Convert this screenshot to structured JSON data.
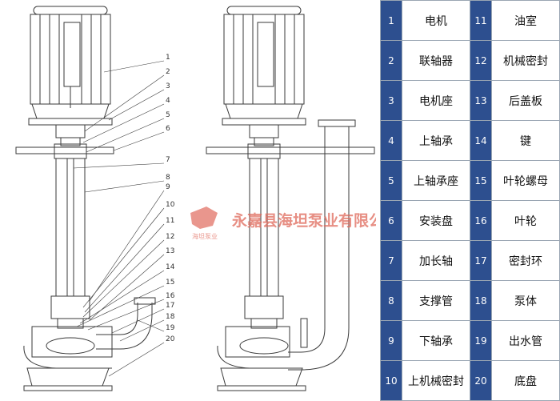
{
  "watermark": {
    "text": "永嘉县海坦泵业有限公司",
    "logo_caption": "海坦泵业"
  },
  "parts": [
    {
      "no": "1",
      "name": "电机"
    },
    {
      "no": "2",
      "name": "联轴器"
    },
    {
      "no": "3",
      "name": "电机座"
    },
    {
      "no": "4",
      "name": "上轴承"
    },
    {
      "no": "5",
      "name": "上轴承座"
    },
    {
      "no": "6",
      "name": "安装盘"
    },
    {
      "no": "7",
      "name": "加长轴"
    },
    {
      "no": "8",
      "name": "支撑管"
    },
    {
      "no": "9",
      "name": "下轴承"
    },
    {
      "no": "10",
      "name": "上机械密封"
    },
    {
      "no": "11",
      "name": "油室"
    },
    {
      "no": "12",
      "name": "机械密封"
    },
    {
      "no": "13",
      "name": "后盖板"
    },
    {
      "no": "14",
      "name": "键"
    },
    {
      "no": "15",
      "name": "叶轮螺母"
    },
    {
      "no": "16",
      "name": "叶轮"
    },
    {
      "no": "17",
      "name": "密封环"
    },
    {
      "no": "18",
      "name": "泵体"
    },
    {
      "no": "19",
      "name": "出水管"
    },
    {
      "no": "20",
      "name": "底盘"
    }
  ],
  "callouts": [
    "1",
    "2",
    "3",
    "4",
    "5",
    "6",
    "7",
    "8",
    "9",
    "10",
    "11",
    "12",
    "13",
    "14",
    "15",
    "16",
    "17",
    "18",
    "19",
    "20"
  ],
  "colors": {
    "number_cell": "#2d4f8f",
    "line": "#3a3a3a",
    "watermark": "#e06a5c"
  }
}
